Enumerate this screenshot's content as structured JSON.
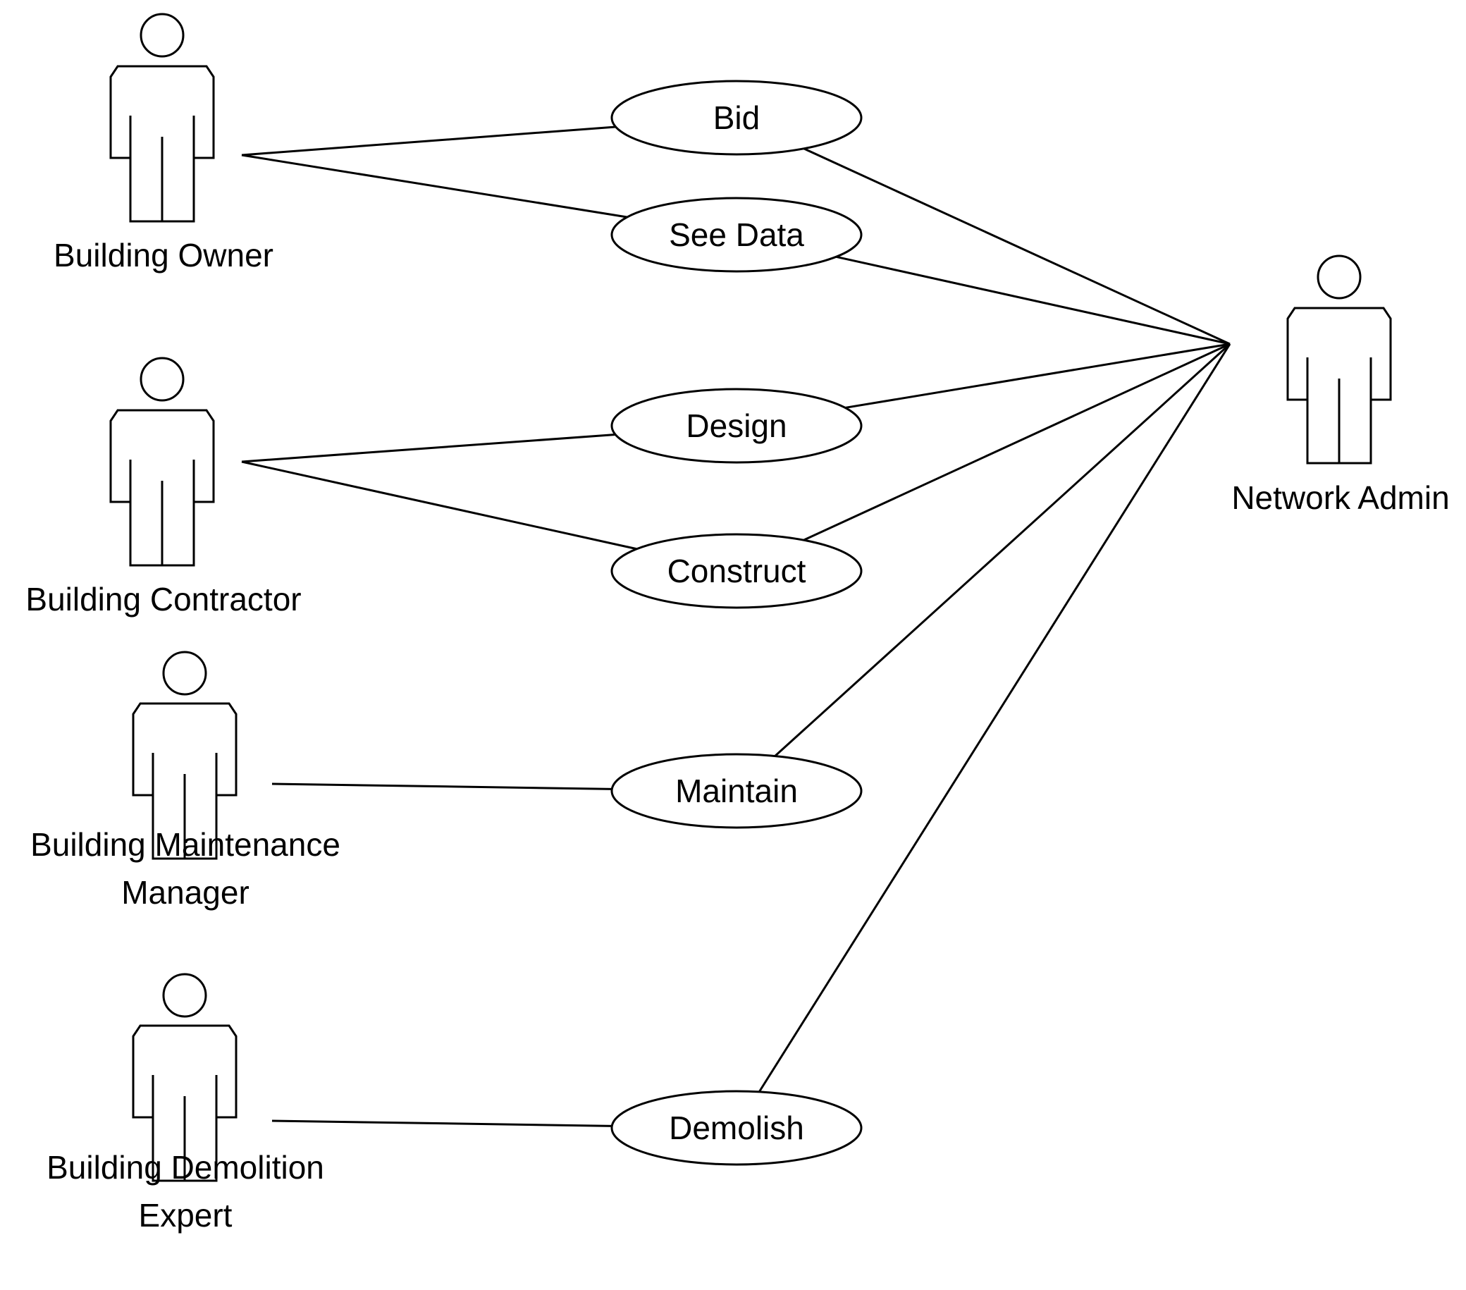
{
  "diagram": {
    "type": "uml-use-case",
    "stroke_color": "#000000",
    "background": "#ffffff"
  },
  "actors": [
    {
      "id": "owner",
      "name_lines": [
        "Building Owner"
      ]
    },
    {
      "id": "contractor",
      "name_lines": [
        "Building Contractor"
      ]
    },
    {
      "id": "maintenance",
      "name_lines": [
        "Building Maintenance",
        "Manager"
      ]
    },
    {
      "id": "demolition",
      "name_lines": [
        "Building Demolition",
        "Expert"
      ]
    },
    {
      "id": "admin",
      "name_lines": [
        "Network Admin"
      ]
    }
  ],
  "use_cases": [
    {
      "id": "bid",
      "label": "Bid"
    },
    {
      "id": "see_data",
      "label": "See Data"
    },
    {
      "id": "design",
      "label": "Design"
    },
    {
      "id": "construct",
      "label": "Construct"
    },
    {
      "id": "maintain",
      "label": "Maintain"
    },
    {
      "id": "demolish",
      "label": "Demolish"
    }
  ],
  "associations": [
    {
      "actor": "owner",
      "use_case": "bid"
    },
    {
      "actor": "owner",
      "use_case": "see_data"
    },
    {
      "actor": "contractor",
      "use_case": "design"
    },
    {
      "actor": "contractor",
      "use_case": "construct"
    },
    {
      "actor": "maintenance",
      "use_case": "maintain"
    },
    {
      "actor": "demolition",
      "use_case": "demolish"
    },
    {
      "actor": "admin",
      "use_case": "bid"
    },
    {
      "actor": "admin",
      "use_case": "see_data"
    },
    {
      "actor": "admin",
      "use_case": "design"
    },
    {
      "actor": "admin",
      "use_case": "construct"
    },
    {
      "actor": "admin",
      "use_case": "maintain"
    },
    {
      "actor": "admin",
      "use_case": "demolish"
    }
  ]
}
